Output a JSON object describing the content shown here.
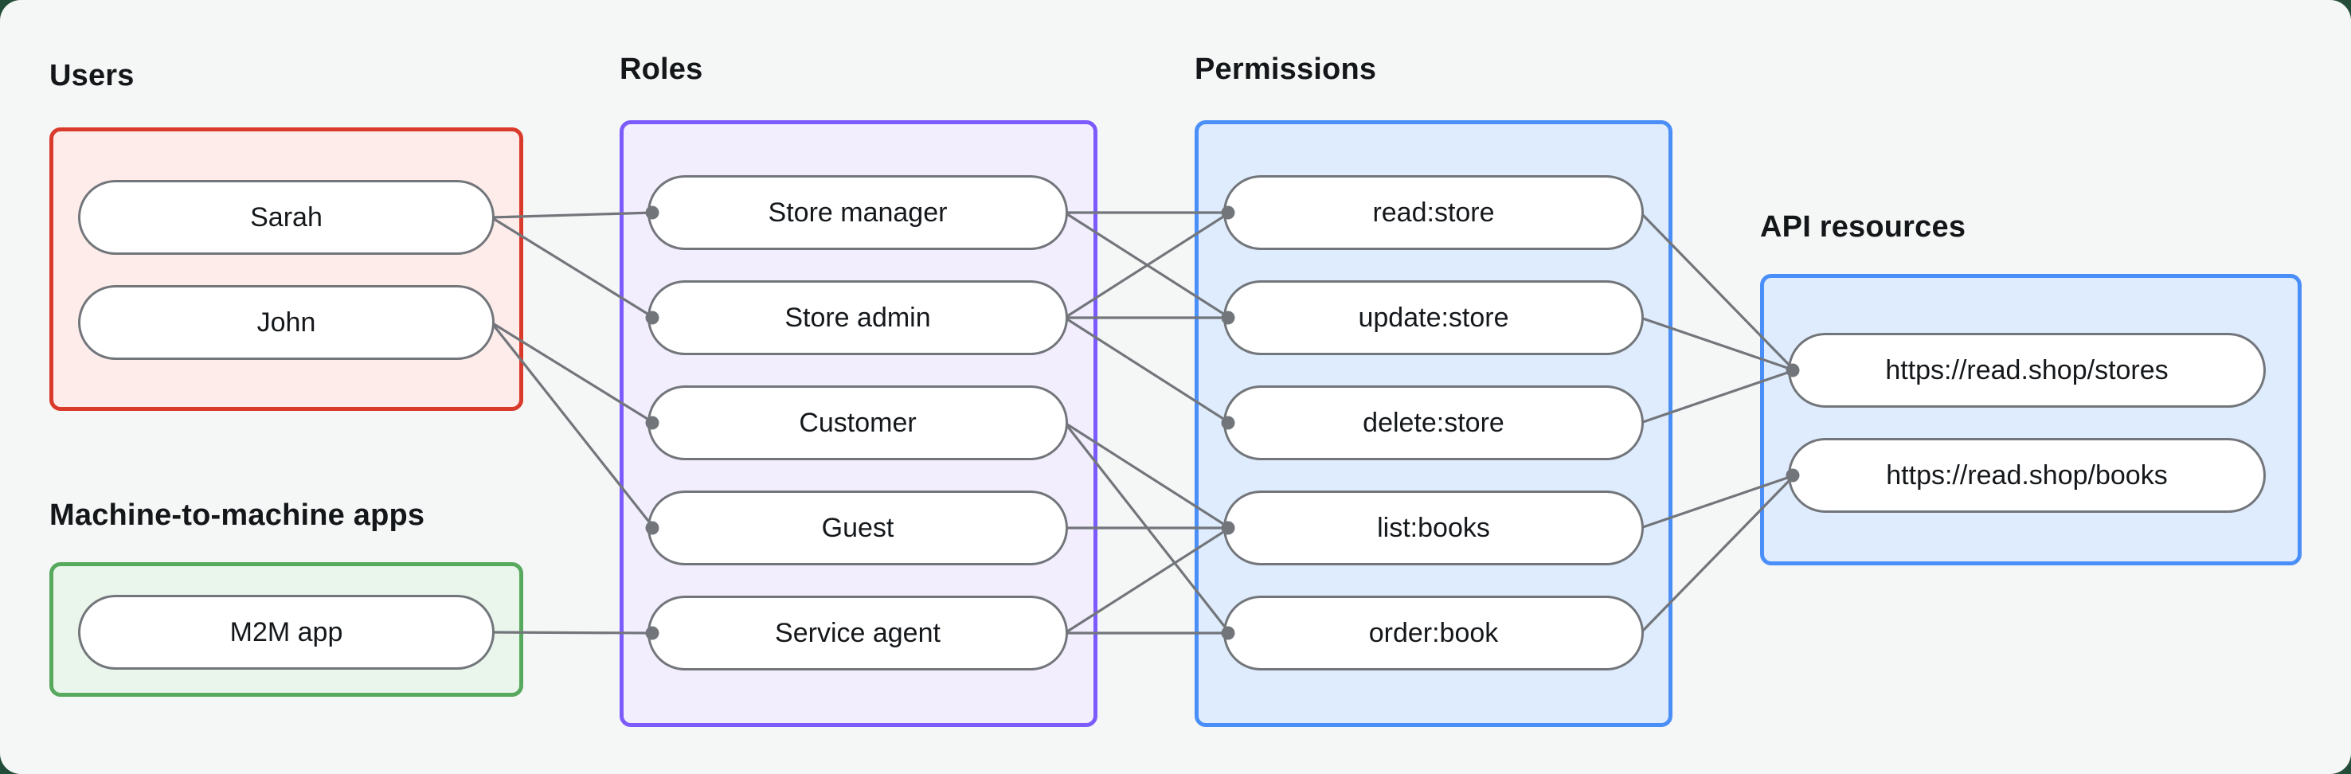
{
  "diagram": {
    "groups": [
      {
        "id": "users",
        "label": "Users",
        "border_color": "#d93a2b",
        "fill_color": "#fdecea",
        "nodes": [
          {
            "id": "sarah",
            "label": "Sarah"
          },
          {
            "id": "john",
            "label": "John"
          }
        ]
      },
      {
        "id": "m2m",
        "label": "Machine-to-machine apps",
        "border_color": "#57a95e",
        "fill_color": "#eaf5eb",
        "nodes": [
          {
            "id": "m2m-app",
            "label": "M2M app"
          }
        ]
      },
      {
        "id": "roles",
        "label": "Roles",
        "border_color": "#7b5bfb",
        "fill_color": "#f3eefe",
        "nodes": [
          {
            "id": "store-manager",
            "label": "Store manager"
          },
          {
            "id": "store-admin",
            "label": "Store admin"
          },
          {
            "id": "customer",
            "label": "Customer"
          },
          {
            "id": "guest",
            "label": "Guest"
          },
          {
            "id": "service-agent",
            "label": "Service agent"
          }
        ]
      },
      {
        "id": "permissions",
        "label": "Permissions",
        "border_color": "#4a8ef7",
        "fill_color": "#dfecfd",
        "nodes": [
          {
            "id": "read-store",
            "label": "read:store"
          },
          {
            "id": "update-store",
            "label": "update:store"
          },
          {
            "id": "delete-store",
            "label": "delete:store"
          },
          {
            "id": "list-books",
            "label": "list:books"
          },
          {
            "id": "order-book",
            "label": "order:book"
          }
        ]
      },
      {
        "id": "api",
        "label": "API resources",
        "border_color": "#4a8ef7",
        "fill_color": "#dfecfd",
        "nodes": [
          {
            "id": "stores-api",
            "label": "https://read.shop/stores"
          },
          {
            "id": "books-api",
            "label": "https://read.shop/books"
          }
        ]
      }
    ],
    "edges": [
      [
        "sarah",
        "store-manager"
      ],
      [
        "sarah",
        "store-admin"
      ],
      [
        "john",
        "customer"
      ],
      [
        "john",
        "guest"
      ],
      [
        "m2m-app",
        "service-agent"
      ],
      [
        "store-manager",
        "read-store"
      ],
      [
        "store-manager",
        "update-store"
      ],
      [
        "store-admin",
        "read-store"
      ],
      [
        "store-admin",
        "update-store"
      ],
      [
        "store-admin",
        "delete-store"
      ],
      [
        "customer",
        "list-books"
      ],
      [
        "customer",
        "order-book"
      ],
      [
        "guest",
        "list-books"
      ],
      [
        "service-agent",
        "list-books"
      ],
      [
        "service-agent",
        "order-book"
      ],
      [
        "read-store",
        "stores-api"
      ],
      [
        "update-store",
        "stores-api"
      ],
      [
        "delete-store",
        "stores-api"
      ],
      [
        "list-books",
        "books-api"
      ],
      [
        "order-book",
        "books-api"
      ]
    ],
    "colors": {
      "connector": "#72767b",
      "pill_border": "#72767b",
      "pill_fill": "#ffffff",
      "canvas_background": "#f5f6f6",
      "page_backdrop": "#234c39",
      "text": "#15181b"
    }
  }
}
